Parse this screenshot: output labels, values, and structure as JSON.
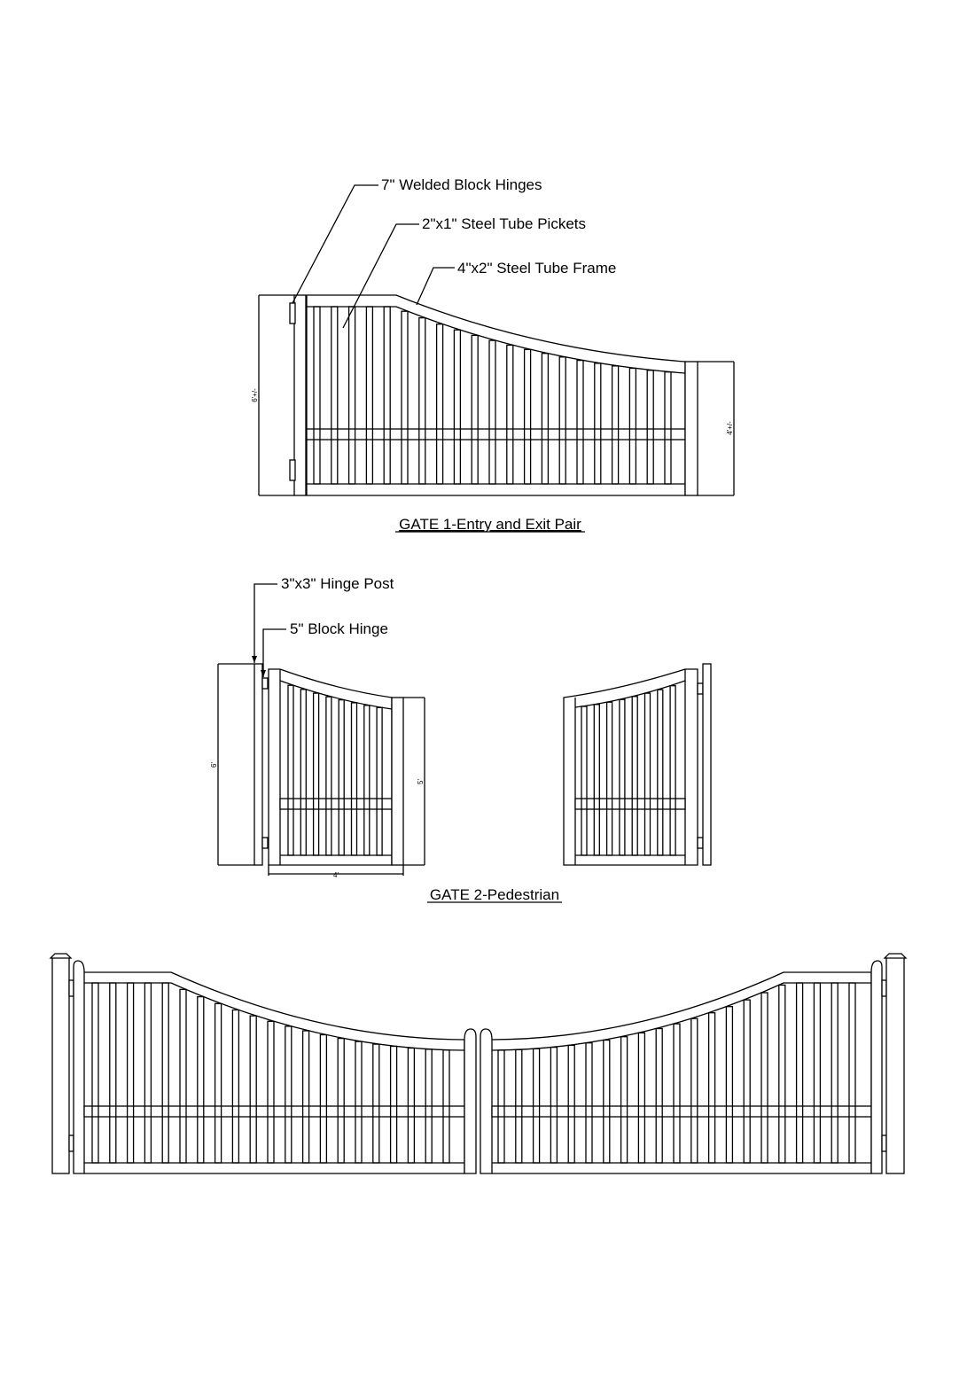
{
  "gate1": {
    "callouts": {
      "hinges": "7\" Welded Block Hinges",
      "pickets": "2\"x1\" Steel Tube Pickets",
      "frame": "4\"x2\" Steel Tube Frame"
    },
    "dims": {
      "left_height": "6'+/-",
      "right_height": "4'+/-"
    },
    "title": "GATE 1-Entry and Exit Pair"
  },
  "gate2": {
    "callouts": {
      "hinge_post": "3\"x3\" Hinge Post",
      "block_hinge": "5\" Block Hinge"
    },
    "dims": {
      "left_height": "6'",
      "right_height": "5'",
      "width": "4'"
    },
    "title": "GATE 2-Pedestrian"
  }
}
